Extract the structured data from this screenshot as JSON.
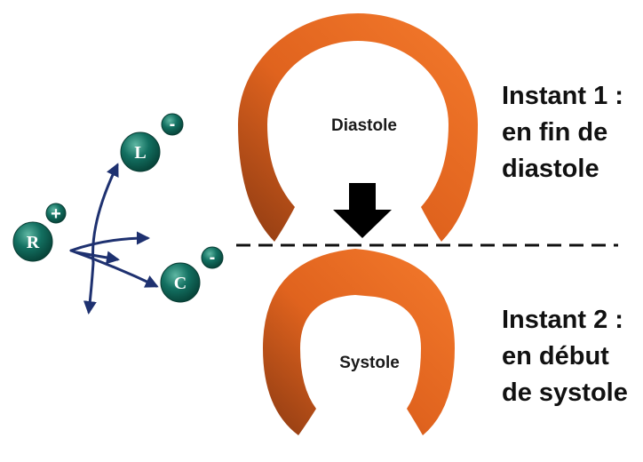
{
  "heart_shapes": {
    "diastole_label": "Diastole",
    "systole_label": "Systole",
    "fill_colors": {
      "light": "#f47a2c",
      "mid": "#e0631e",
      "dark": "#8c3a12"
    }
  },
  "transition_arrow_color": "#000000",
  "divider_color": "#111111",
  "instant1": {
    "line1": "Instant 1 :",
    "line2": "en fin de",
    "line3": "diastole"
  },
  "instant2": {
    "line1": "Instant 2 :",
    "line2": "en début",
    "line3": "de systole"
  },
  "ecg_leads": {
    "circle_color": "#0f5a4c",
    "vector_color": "#1e3170",
    "nodes": [
      {
        "id": "R",
        "letter": "R",
        "sign": "+"
      },
      {
        "id": "L",
        "letter": "L",
        "sign": "-"
      },
      {
        "id": "C",
        "letter": "C",
        "sign": "-"
      }
    ]
  }
}
